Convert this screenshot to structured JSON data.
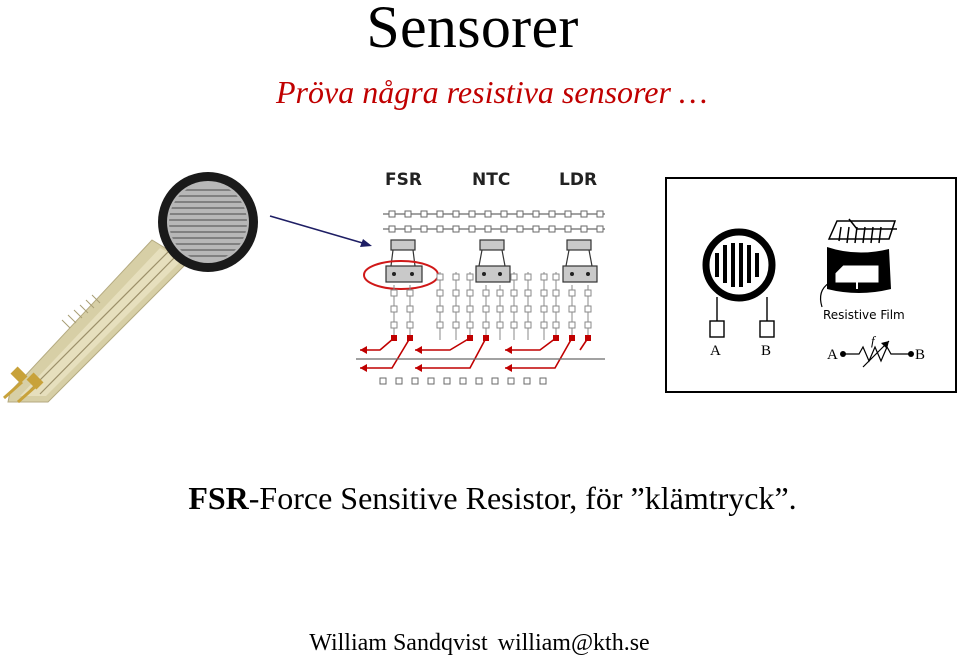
{
  "slide": {
    "title": "Sensorer",
    "subtitle": "Pröva några resistiva sensorer …",
    "caption_bold": "FSR",
    "caption_rest": "-Force Sensitive Resistor, för ”klämtryck”.",
    "author": "William Sandqvist",
    "email": "william@kth.se"
  },
  "breadboard": {
    "labels": [
      "FSR",
      "NTC",
      "LDR"
    ]
  },
  "symbol_diagram": {
    "film_label": "Resistive Film",
    "pin_a": "A",
    "pin_b": "B",
    "schematic_a": "A",
    "schematic_b": "B",
    "schematic_f": "f"
  },
  "colors": {
    "subtitle": "#c00000",
    "wire": "#c00000",
    "pointer_arrow": "#1e1e64"
  }
}
